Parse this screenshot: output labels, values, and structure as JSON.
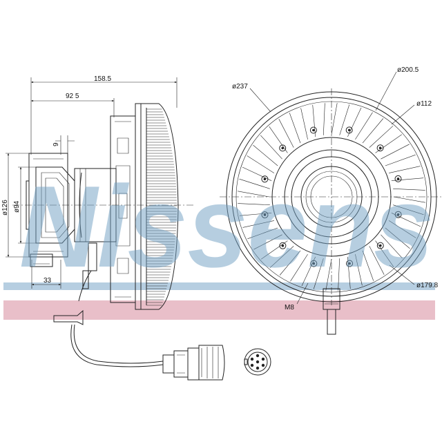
{
  "watermark": {
    "text": "Nissens",
    "blue": "#6f9fc2",
    "pink": "#dea3b1"
  },
  "dimensions": {
    "overall_length": "158.5",
    "hub_length": "92 5",
    "flange_thickness": "9",
    "outer_diameter_side": "ø126",
    "pilot_diameter_side": "ø94",
    "hub_depth": "33",
    "fan_diameter": "ø237",
    "bolt_circle": "ø200.5",
    "center_bore": "ø112",
    "ring_diameter": "ø179.8",
    "thread_size": "M8"
  }
}
